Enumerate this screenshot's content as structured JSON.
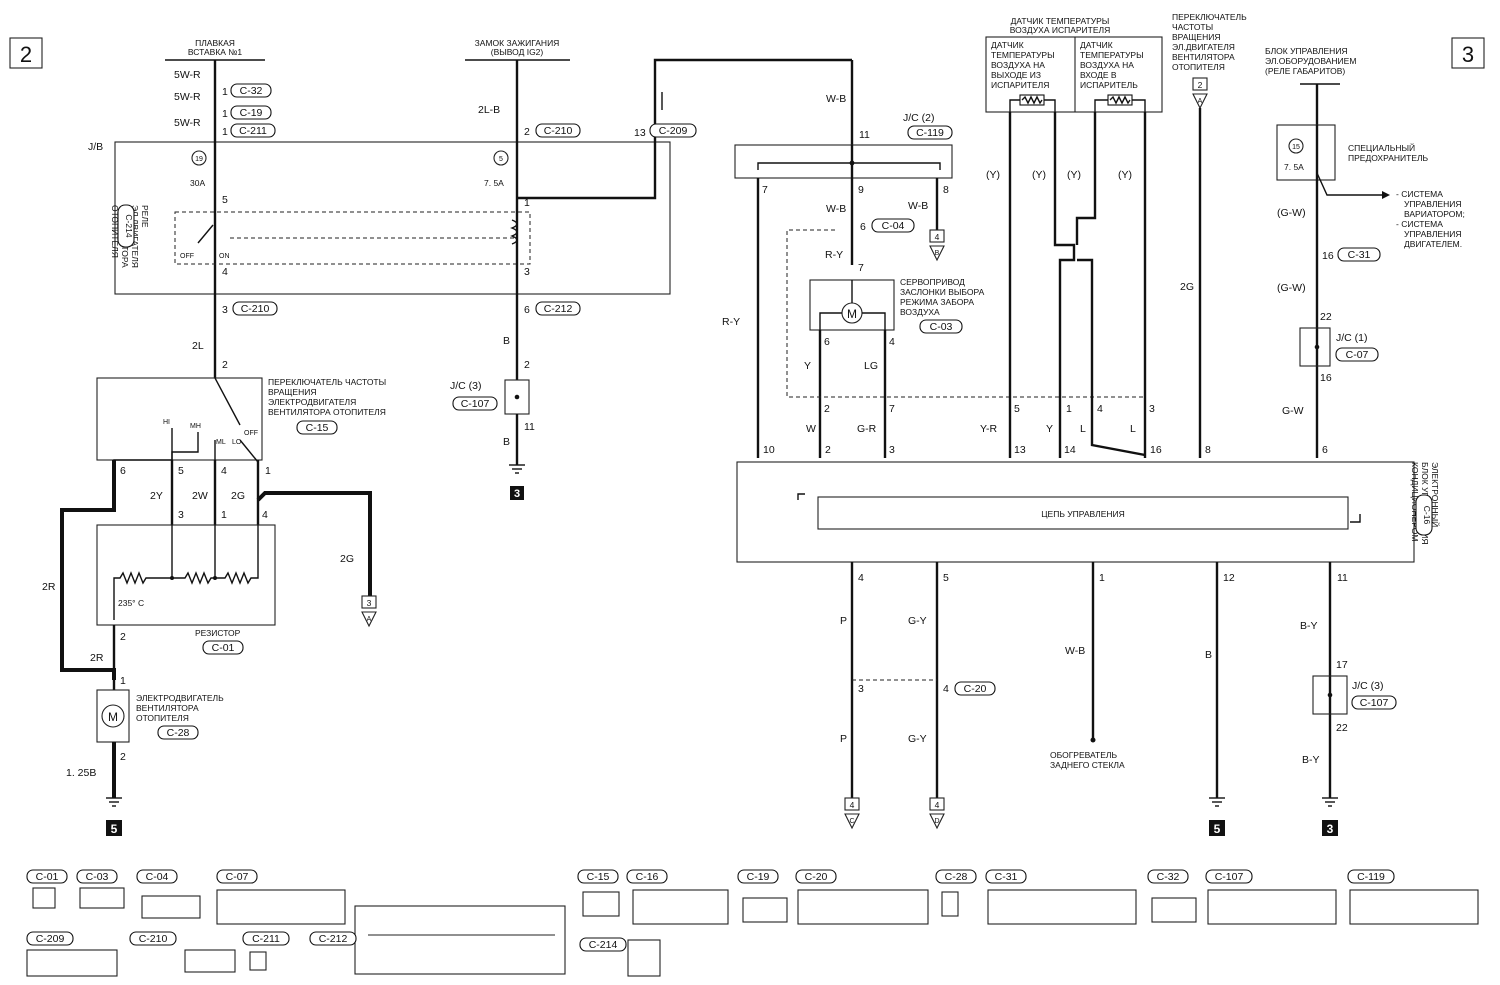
{
  "page": {
    "left_marker": "2",
    "right_marker": "3"
  },
  "labels": {
    "fuse_plug": [
      "ПЛАВКАЯ",
      "ВСТАВКА №1"
    ],
    "ignition": [
      "ЗАМОК ЗАЖИГАНИЯ",
      "(ВЫВОД IG2)"
    ],
    "evap_sensor_title": [
      "ДАТЧИК ТЕМПЕРАТУРЫ",
      "ВОЗДУХА ИСПАРИТЕЛЯ"
    ],
    "evap_out": [
      "ДАТЧИК",
      "ТЕМПЕРАТУРЫ",
      "ВОЗДУХА НА",
      "ВЫХОДЕ ИЗ",
      "ИСПАРИТЕЛЯ"
    ],
    "evap_in": [
      "ДАТЧИК",
      "ТЕМПЕРАТУРЫ",
      "ВОЗДУХА НА",
      "ВХОДЕ В",
      "ИСПАРИТЕЛЬ"
    ],
    "heater_switch_top": [
      "ПЕРЕКЛЮЧАТЕЛЬ",
      "ЧАСТОТЫ",
      "ВРАЩЕНИЯ",
      "ЭЛ.ДВИГАТЕЛЯ",
      "ВЕНТИЛЯТОРА",
      "ОТОПИТЕЛЯ"
    ],
    "etacs": [
      "БЛОК УПРАВЛЕНИЯ",
      "ЭЛ.ОБОРУДОВАНИЕМ",
      "(РЕЛЕ ГАБАРИТОВ)"
    ],
    "special_fuse": [
      "СПЕЦИАЛЬНЫЙ",
      "ПРЕДОХРАНИТЕЛЬ"
    ],
    "systems": [
      "- СИСТЕМА",
      "УПРАВЛЕНИЯ",
      "ВАРИАТОРОМ;",
      "- СИСТЕМА",
      "УПРАВЛЕНИЯ",
      "ДВИГАТЕЛЕМ."
    ],
    "relay": [
      "РЕЛЕ",
      "ЭЛ.ДВИГАТЕЛЯ",
      "ВЕНТИЛЯТОРА",
      "ОТОПИТЕЛЯ"
    ],
    "speed_switch": [
      "ПЕРЕКЛЮЧАТЕЛЬ ЧАСТОТЫ",
      "ВРАЩЕНИЯ",
      "ЭЛЕКТРОДВИГАТЕЛЯ",
      "ВЕНТИЛЯТОРА ОТОПИТЕЛЯ"
    ],
    "servo": [
      "СЕРВОПРИВОД",
      "ЗАСЛОНКИ ВЫБОРА",
      "РЕЖИМА ЗАБОРА",
      "ВОЗДУХА"
    ],
    "ecu": [
      "ЭЛЕКТРОННЫЙ",
      "БЛОК УПРАВЛЕНИЯ",
      "КОНДИЦИОНЕРОМ"
    ],
    "control_circuit": "ЦЕПЬ УПРАВЛЕНИЯ",
    "resistor": "РЕЗИСТОР",
    "motor": [
      "ЭЛЕКТРОДВИГАТЕЛЬ",
      "ВЕНТИЛЯТОРА",
      "ОТОПИТЕЛЯ"
    ],
    "rear_heater": [
      "ОБОГРЕВАТЕЛЬ",
      "ЗАДНЕГО СТЕКЛА"
    ],
    "jb": "J/B",
    "jc2": "J/C (2)",
    "jc3": "J/C (3)",
    "jc1": "J/C (1)",
    "fuse_19": "19",
    "fuse_5": "5",
    "fuse_15": "15",
    "amp_30": "30A",
    "amp_75": "7. 5A",
    "amp_75b": "7. 5A",
    "off": "OFF",
    "on": "ON",
    "hi": "HI",
    "mh": "MH",
    "ml": "ML",
    "lo": "LO",
    "sw_off": "OFF",
    "temp": "235° C",
    "m": "M"
  },
  "connectors": {
    "c32": "C-32",
    "c19": "C-19",
    "c211": "C-211",
    "c210": "C-210",
    "c209": "C-209",
    "c214": "C-214",
    "c212": "C-212",
    "c107": "C-107",
    "c15": "C-15",
    "c01": "C-01",
    "c28": "C-28",
    "c119": "C-119",
    "c04": "C-04",
    "c03": "C-03",
    "c16": "C-16",
    "c31": "C-31",
    "c07": "C-07",
    "c20": "C-20"
  },
  "wires": {
    "w5wr": "5W-R",
    "w2lb": "2L-B",
    "wb": "W-B",
    "w2l": "2L",
    "b": "B",
    "ry": "R-Y",
    "y": "Y",
    "lg": "LG",
    "w": "W",
    "gr": "G-R",
    "yr": "Y-R",
    "l": "L",
    "yp": "(Y)",
    "g2": "2G",
    "gw": "(G-W)",
    "gwp": "G-W",
    "w2y": "2Y",
    "w2w": "2W",
    "w2r": "2R",
    "w125b": "1. 25B",
    "p": "P",
    "gy": "G-Y",
    "by": "B-Y"
  },
  "pins": {
    "p1": "1",
    "p2": "2",
    "p3": "3",
    "p4": "4",
    "p5": "5",
    "p6": "6",
    "p7": "7",
    "p8": "8",
    "p9": "9",
    "p10": "10",
    "p11": "11",
    "p12": "12",
    "p13": "13",
    "p14": "14",
    "p16": "16",
    "p17": "17",
    "p22": "22"
  },
  "grounds": {
    "g3": "3",
    "g5": "5"
  },
  "refs": {
    "r3": "3",
    "r4": "4",
    "r2": "2",
    "a": "A",
    "b": "B",
    "c": "C",
    "d": "D"
  },
  "legend": {
    "c01": "C-01",
    "c03": "C-03",
    "c04": "C-04",
    "c07": "C-07",
    "c15": "C-15",
    "c16": "C-16",
    "c19": "C-19",
    "c20": "C-20",
    "c28": "C-28",
    "c31": "C-31",
    "c32": "C-32",
    "c107": "C-107",
    "c119": "C-119",
    "c209": "C-209",
    "c210": "C-210",
    "c211": "C-211",
    "c212": "C-212",
    "c214": "C-214"
  }
}
